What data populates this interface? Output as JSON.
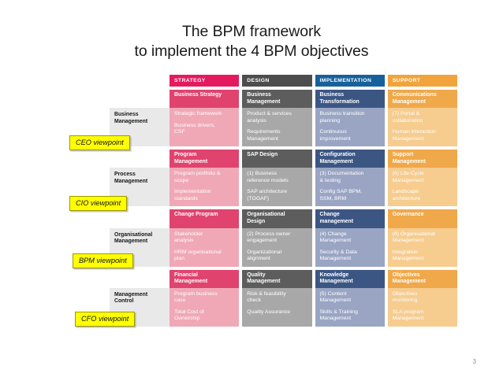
{
  "slide": {
    "title": "The BPM framework\nto implement the 4 BPM objectives",
    "page_number": "3"
  },
  "colors": {
    "strategy": "#e5195e",
    "design": "#4d4d4d",
    "implementation": "#16609b",
    "support": "#f2a33c",
    "highlight": "#ffff00"
  },
  "matrix": {
    "pillars": [
      {
        "label": "STRATEGY"
      },
      {
        "label": "DESIGN"
      },
      {
        "label": "IMPLEMENTATION"
      },
      {
        "label": "SUPPORT"
      }
    ],
    "bands": [
      {
        "row_label": "Business\nManagement",
        "titles": [
          "Business Strategy",
          "Business\nManagement",
          "Business\nTransformation",
          "Communications\nManagement"
        ],
        "cells": [
          [
            "Strategic framework",
            "Business drivers,\nCSF"
          ],
          [
            "Product & services\nanalysis",
            "Requirements\nManagement"
          ],
          [
            "Business transition\nplanning",
            "Continuous\nimprovement"
          ],
          [
            "(7) Portal &\ncollaboration",
            "Human interaction\nManagement"
          ]
        ]
      },
      {
        "row_label": "Process\nManagement",
        "titles": [
          "Program\nManagement",
          "SAP Design",
          "Configuration\nManagement",
          "Support\nManagement"
        ],
        "cells": [
          [
            "Program portfolio &\nscope",
            "Implementation\nstandards"
          ],
          [
            "(1) Business\nreference models",
            "SAP architecture\n(TOGAF)"
          ],
          [
            "(3) Documentation\n& testing",
            "Config SAP BPM,\nSSM, BRM"
          ],
          [
            "(6) Life Cycle\nManagement",
            "Landscape\narchitecture"
          ]
        ]
      },
      {
        "row_label": "Organisational\nManagement",
        "titles": [
          "Change Program",
          "Organisational\nDesign",
          "Change\nmanagement",
          "Governance"
        ],
        "cells": [
          [
            "Stakeholder\nanalysis",
            "HRM organisational\nplan"
          ],
          [
            "(2) Process owner\nengagement",
            "Organizational\nalignment"
          ],
          [
            "(4) Change\nManagement",
            "Security & Data\nManagement"
          ],
          [
            "(8) Organisational\nManagement",
            "Integration\nManagement"
          ]
        ]
      },
      {
        "row_label": "Management\nControl",
        "titles": [
          "Financial\nManagement",
          "Quality\nManagement",
          "Knowledge\nManagement",
          "Objectives\nManagement"
        ],
        "cells": [
          [
            "Program business\ncase",
            "Total Cost of\nOwnership"
          ],
          [
            "Risk & feasibility\ncheck",
            "Quality Assurance"
          ],
          [
            "(5) Content\nManagement",
            "Skills & Training\nManagement"
          ],
          [
            "Objectives\nmonitoring",
            "SLA program\nManagement"
          ]
        ]
      }
    ]
  },
  "viewpoints": [
    {
      "label": "CEO viewpoint"
    },
    {
      "label": "CIO viewpoint"
    },
    {
      "label": "BPM viewpoint"
    },
    {
      "label": "CFO viewpoint"
    }
  ]
}
